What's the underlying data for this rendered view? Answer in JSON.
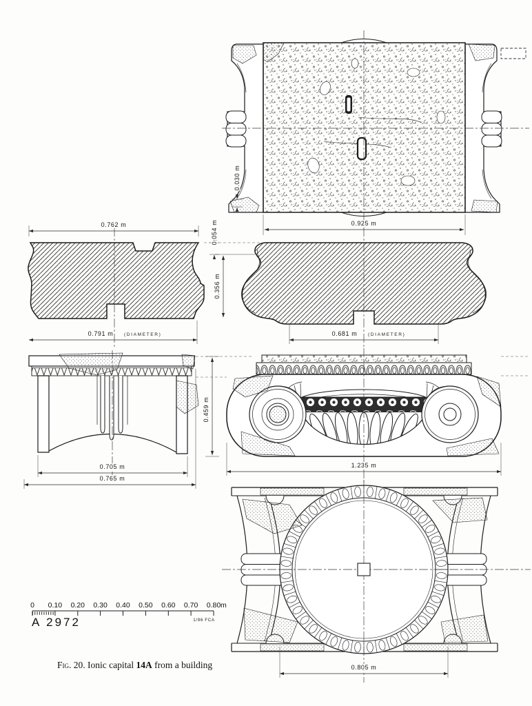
{
  "figure": {
    "caption": {
      "fig_label": "Fig. 20.",
      "pre_bold": " Ionic capital ",
      "bold_ref": "14A",
      "post_bold": " from a building"
    },
    "inventory_number": "A 2972",
    "scale_note": "1/96 FCA"
  },
  "scale_bar": {
    "ticks": [
      "0",
      "0.10",
      "0.20",
      "0.30",
      "0.40",
      "0.50",
      "0.60",
      "0.70",
      "0.80"
    ],
    "unit": "m"
  },
  "dimensions": {
    "abacus_edge_height": "0.030 m",
    "abacus_band_height": "0.054 m",
    "abacus_section_width": "0.762 m",
    "echinus_section_width": "0.925 m",
    "echinus_section_height": "0.356 m",
    "upper_diameter": "0.791 m",
    "upper_diameter_qualifier": "(DIAMETER)",
    "lower_diameter": "0.681 m",
    "lower_diameter_qualifier": "(DIAMETER)",
    "capital_height": "0.459 m",
    "side_upper_width": "0.705 m",
    "side_lower_width": "0.765 m",
    "front_width": "1.235 m",
    "bottom_circle_diameter": "0.805 m"
  },
  "colors": {
    "paper": "#fdfdfc",
    "ink": "#1b1b1b"
  }
}
